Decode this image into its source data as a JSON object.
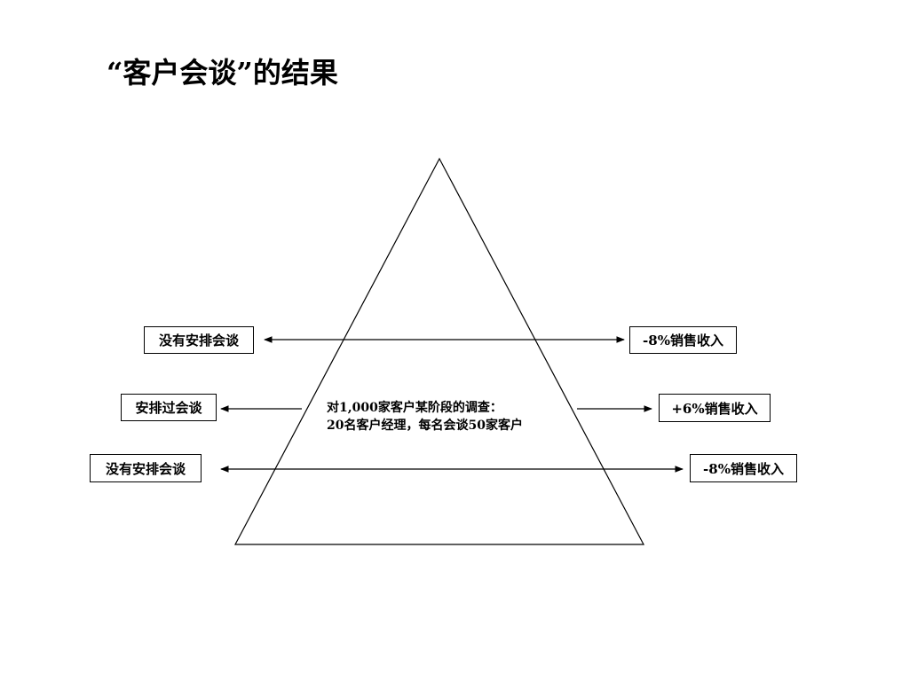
{
  "title": "“客户会谈”的结果",
  "center_note": {
    "line1": "对1,000家客户某阶段的调查：",
    "line2": "20名客户经理，每名会谈50家客户"
  },
  "rows": [
    {
      "left_label": "没有安排会谈",
      "right_label": "-8%销售收入"
    },
    {
      "left_label": "安排过会谈",
      "right_label": "+6%销售收入"
    },
    {
      "left_label": "没有安排会谈",
      "right_label": "-8%销售收入"
    }
  ],
  "colors": {
    "line": "#000000",
    "background": "#ffffff"
  }
}
